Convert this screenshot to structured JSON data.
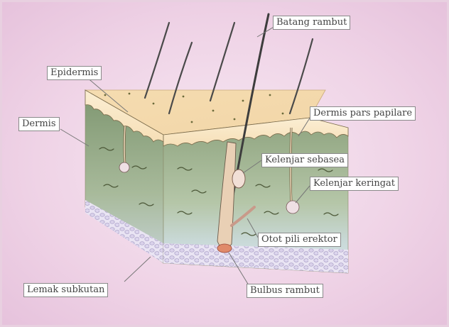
{
  "diagram": {
    "labels": {
      "batang_rambut": "Batang rambut",
      "epidermis": "Epidermis",
      "dermis": "Dermis",
      "dermis_pars_papilare": "Dermis pars papilare",
      "kelenjar_sebasea": "Kelenjar sebasea",
      "kelenjar_keringat": "Kelenjar keringat",
      "otot_pili_erektor": "Otot pili erektor",
      "lemak_subkutan": "Lemak subkutan",
      "bulbus_rambut": "Bulbus rambut"
    }
  }
}
